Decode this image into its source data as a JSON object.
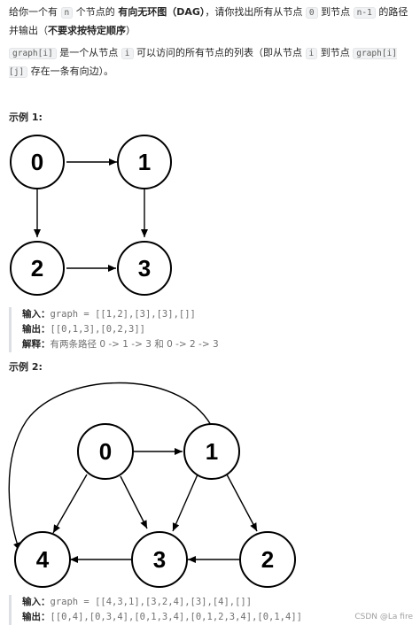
{
  "problem": {
    "line1": {
      "p1": "给你一个有 ",
      "code_n": "n",
      "p2": " 个节点的 ",
      "bold_dag": "有向无环图（DAG）",
      "p3": "，请你找出所有从节点 ",
      "code_0": "0",
      "p4": " 到节点 ",
      "code_n1": "n-1",
      "p5": " 的路径并输出（",
      "bold_order": "不要求按特定顺序",
      "p6": "）"
    },
    "line2": {
      "code_graph_i": "graph[i]",
      "p1": " 是一个从节点 ",
      "code_i": "i",
      "p2": " 可以访问的所有节点的列表（即从节点 ",
      "code_i2": "i",
      "p3": " 到节点 ",
      "code_graph_ij": "graph[i][j]",
      "p4": " 存在一条有向边）。"
    }
  },
  "example1": {
    "heading": "示例 1:",
    "nodes": [
      "0",
      "1",
      "2",
      "3"
    ],
    "input_label": "输入：",
    "input_value": "graph = [[1,2],[3],[3],[]]",
    "output_label": "输出：",
    "output_value": "[[0,1,3],[0,2,3]]",
    "explain_label": "解释：",
    "explain_value": "有两条路径 0 -> 1 -> 3 和 0 -> 2 -> 3"
  },
  "example2": {
    "heading": "示例 2:",
    "nodes": [
      "0",
      "1",
      "2",
      "3",
      "4"
    ],
    "input_label": "输入：",
    "input_value": "graph = [[4,3,1],[3,2,4],[3],[4],[]]",
    "output_label": "输出：",
    "output_value": "[[0,4],[0,3,4],[0,1,3,4],[0,1,2,3,4],[0,1,4]]"
  },
  "watermark": "CSDN @La fire"
}
